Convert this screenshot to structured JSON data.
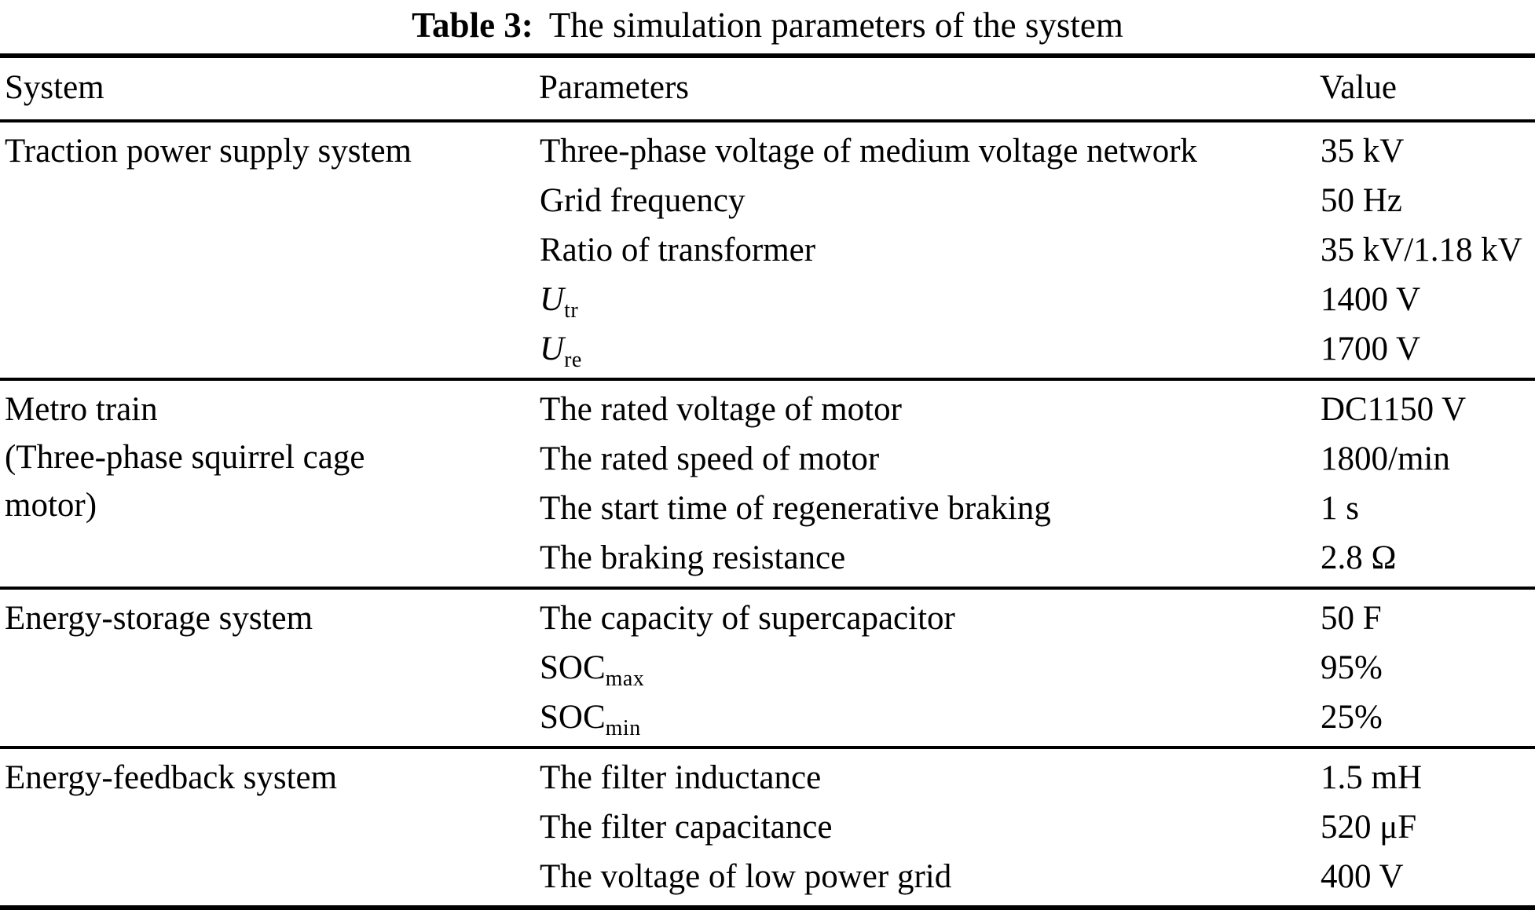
{
  "title": {
    "label": "Table 3:",
    "text": "The simulation parameters of the system"
  },
  "columns": {
    "system": "System",
    "parameters": "Parameters",
    "value": "Value"
  },
  "sections": [
    {
      "system_lines": [
        "Traction power supply system"
      ],
      "rows": [
        {
          "param": [
            {
              "text": "Three-phase voltage of medium voltage network"
            }
          ],
          "value": "35 kV"
        },
        {
          "param": [
            {
              "text": "Grid frequency"
            }
          ],
          "value": "50 Hz"
        },
        {
          "param": [
            {
              "text": "Ratio of transformer"
            }
          ],
          "value": "35 kV/1.18 kV"
        },
        {
          "param": [
            {
              "text": "U",
              "style": "italic"
            },
            {
              "text": "tr",
              "style": "subscript"
            }
          ],
          "value": "1400 V"
        },
        {
          "param": [
            {
              "text": "U",
              "style": "italic"
            },
            {
              "text": "re",
              "style": "subscript"
            }
          ],
          "value": "1700 V"
        }
      ]
    },
    {
      "system_lines": [
        "Metro train",
        "(Three-phase squirrel cage",
        "motor)"
      ],
      "rows": [
        {
          "param": [
            {
              "text": "The rated voltage of motor"
            }
          ],
          "value": "DC1150 V"
        },
        {
          "param": [
            {
              "text": "The rated speed of motor"
            }
          ],
          "value": "1800/min"
        },
        {
          "param": [
            {
              "text": "The start time of regenerative braking"
            }
          ],
          "value": "1 s"
        },
        {
          "param": [
            {
              "text": "The braking resistance"
            }
          ],
          "value": "2.8 Ω"
        }
      ]
    },
    {
      "system_lines": [
        "Energy-storage system"
      ],
      "rows": [
        {
          "param": [
            {
              "text": "The capacity of supercapacitor"
            }
          ],
          "value": "50 F"
        },
        {
          "param": [
            {
              "text": "SOC"
            },
            {
              "text": "max",
              "style": "subscript"
            }
          ],
          "value": "95%"
        },
        {
          "param": [
            {
              "text": "SOC"
            },
            {
              "text": "min",
              "style": "subscript"
            }
          ],
          "value": "25%"
        }
      ]
    },
    {
      "system_lines": [
        "Energy-feedback system"
      ],
      "rows": [
        {
          "param": [
            {
              "text": "The filter inductance"
            }
          ],
          "value": "1.5 mH"
        },
        {
          "param": [
            {
              "text": "The filter capacitance"
            }
          ],
          "value": "520 μF"
        },
        {
          "param": [
            {
              "text": "The voltage of low power grid"
            }
          ],
          "value": "400 V"
        }
      ]
    }
  ],
  "colors": {
    "text": "#000000",
    "rule": "#000000",
    "background": "#ffffff"
  }
}
